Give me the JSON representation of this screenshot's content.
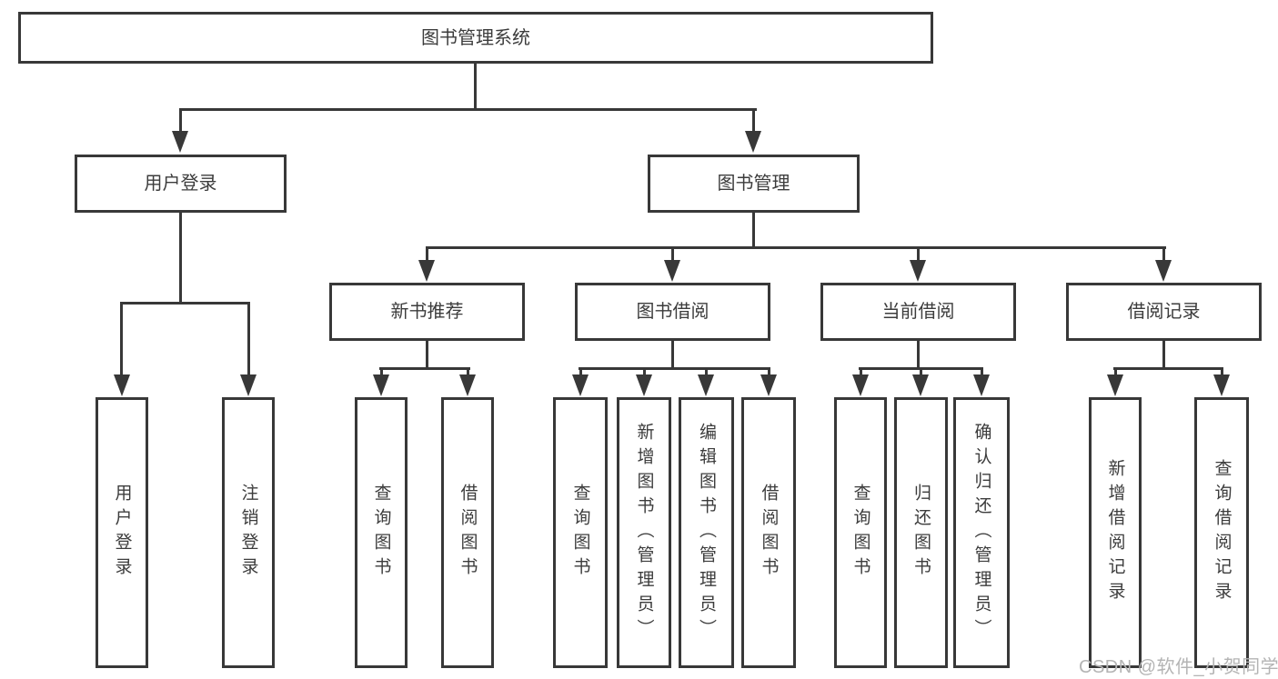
{
  "tree": {
    "root": {
      "label": "图书管理系统"
    },
    "level2": [
      {
        "label": "用户登录",
        "children": [
          {
            "label": "用户登录"
          },
          {
            "label": "注销登录"
          }
        ]
      },
      {
        "label": "图书管理",
        "children": [
          {
            "label": "新书推荐",
            "children": [
              {
                "label": "查询图书"
              },
              {
                "label": "借阅图书"
              }
            ]
          },
          {
            "label": "图书借阅",
            "children": [
              {
                "label": "查询图书"
              },
              {
                "label": "新增图书（管理员）"
              },
              {
                "label": "编辑图书（管理员）"
              },
              {
                "label": "借阅图书"
              }
            ]
          },
          {
            "label": "当前借阅",
            "children": [
              {
                "label": "查询图书"
              },
              {
                "label": "归还图书"
              },
              {
                "label": "确认归还（管理员）"
              }
            ]
          },
          {
            "label": "借阅记录",
            "children": [
              {
                "label": "新增借阅记录"
              },
              {
                "label": "查询借阅记录"
              }
            ]
          }
        ]
      }
    ]
  },
  "watermark": "CSDN @软件_小贺同学",
  "colors": {
    "line": "#383838",
    "box_border": "#383838",
    "text": "#3c3c3c",
    "watermark": "#b4b4b4",
    "background": "#ffffff",
    "node_fill": "#ffffff"
  }
}
